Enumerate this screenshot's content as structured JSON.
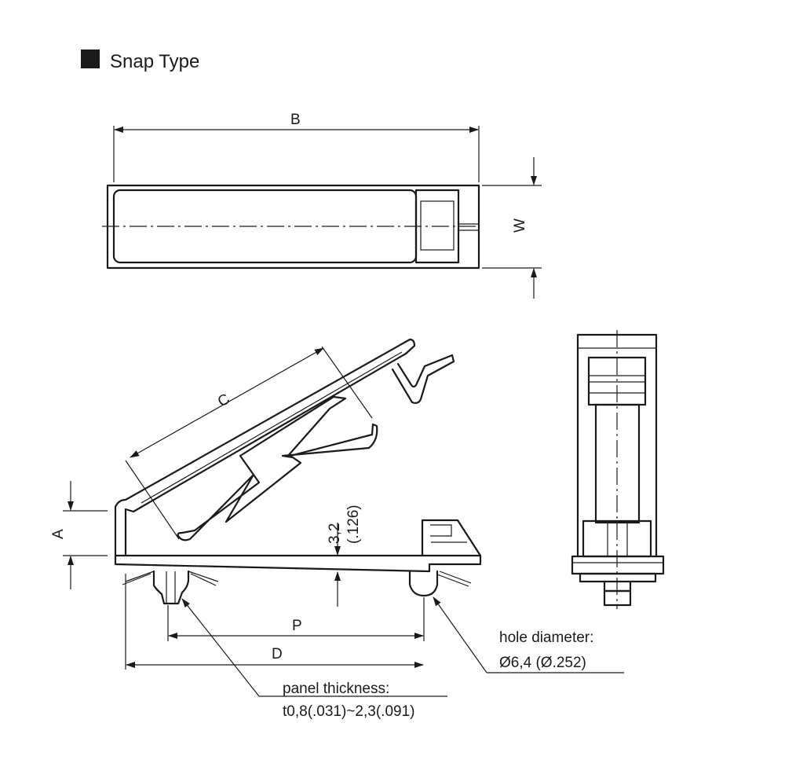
{
  "title": "Snap Type",
  "dims": {
    "B": "B",
    "W": "W",
    "C": "C",
    "A": "A",
    "P": "P",
    "D": "D"
  },
  "height_dim": {
    "mm": "3,2",
    "inch": "(.126)"
  },
  "hole": {
    "label": "hole diameter:",
    "value": "Ø6,4 (Ø.252)"
  },
  "panel": {
    "label": "panel thickness:",
    "value": "t0,8(.031)~2,3(.091)"
  }
}
